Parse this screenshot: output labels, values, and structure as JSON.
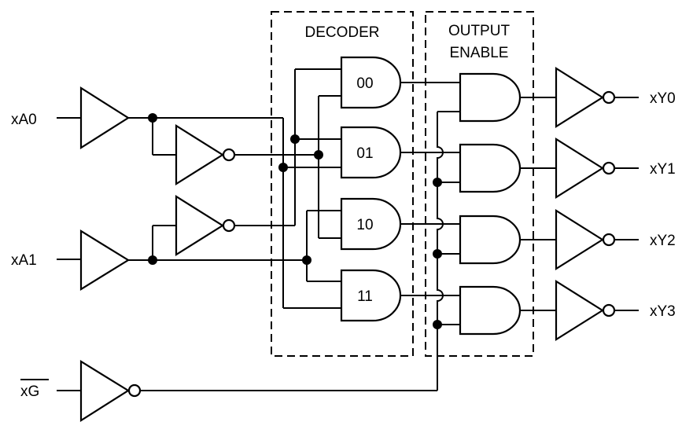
{
  "blocks": {
    "decoder": "DECODER",
    "output_enable_line1": "OUTPUT",
    "output_enable_line2": "ENABLE"
  },
  "inputs": {
    "a0": "xA0",
    "a1": "xA1",
    "g": "xG"
  },
  "decoder_gates": [
    "00",
    "01",
    "10",
    "11"
  ],
  "outputs": [
    "xY0",
    "xY1",
    "xY2",
    "xY3"
  ]
}
